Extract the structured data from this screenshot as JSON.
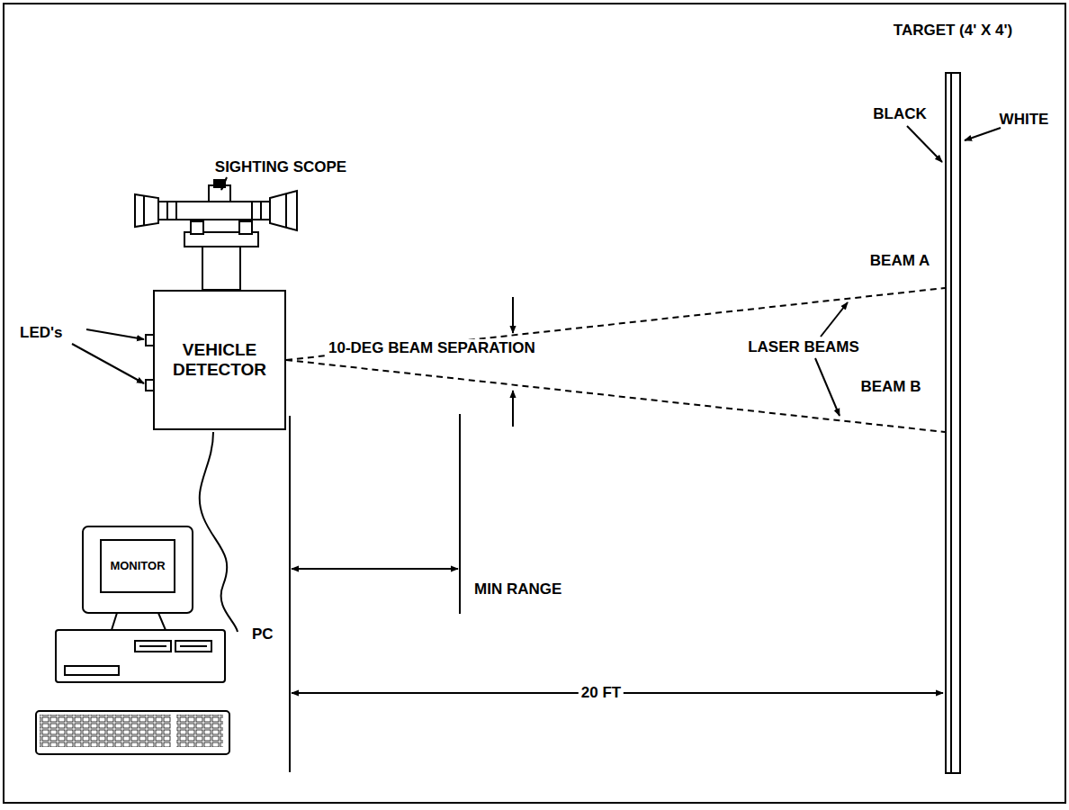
{
  "diagram": {
    "nodes": [
      {
        "text": [
          "VEHICLE DETECTOR"
        ]
      },
      {
        "text": [
          "MONITOR"
        ]
      },
      {
        "text": [
          "TARGET (4' X 4')"
        ]
      }
    ],
    "edges": [
      {
        "from": 0,
        "to": 2,
        "arrow": "none",
        "label": "BEAM A"
      },
      {
        "from": 0,
        "to": 2,
        "arrow": "none",
        "label": "BEAM B"
      }
    ],
    "labels": [
      "SIGHTING SCOPE",
      "LED's",
      "10-DEG BEAM SEPARATION",
      "LASER BEAMS",
      "BLACK",
      "WHITE",
      "MIN RANGE",
      "20 FT",
      "PC"
    ]
  }
}
